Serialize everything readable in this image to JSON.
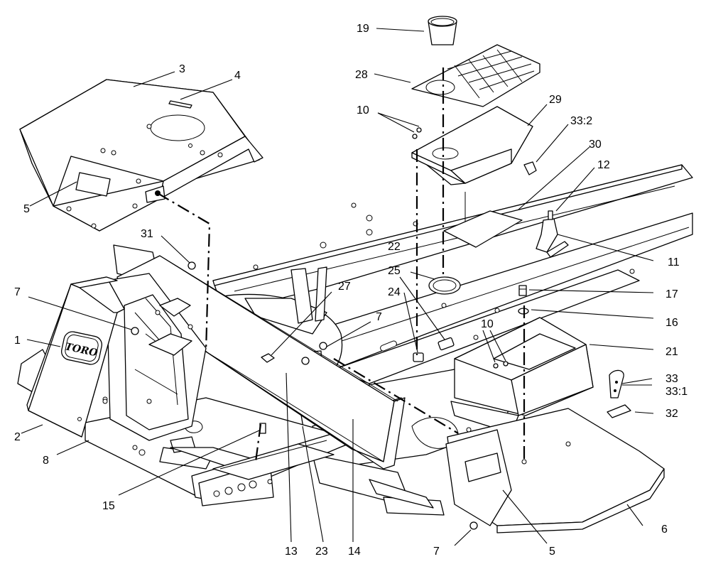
{
  "diagram": {
    "type": "exploded parts view",
    "brand_logo": "TORO",
    "callouts": [
      "1",
      "2",
      "3",
      "4",
      "5",
      "5",
      "6",
      "7",
      "7",
      "7",
      "7",
      "8",
      "10",
      "10",
      "11",
      "12",
      "13",
      "14",
      "15",
      "16",
      "17",
      "19",
      "21",
      "22",
      "23",
      "24",
      "25",
      "27",
      "28",
      "29",
      "30",
      "31",
      "32",
      "33",
      "33:1",
      "33:2"
    ]
  }
}
